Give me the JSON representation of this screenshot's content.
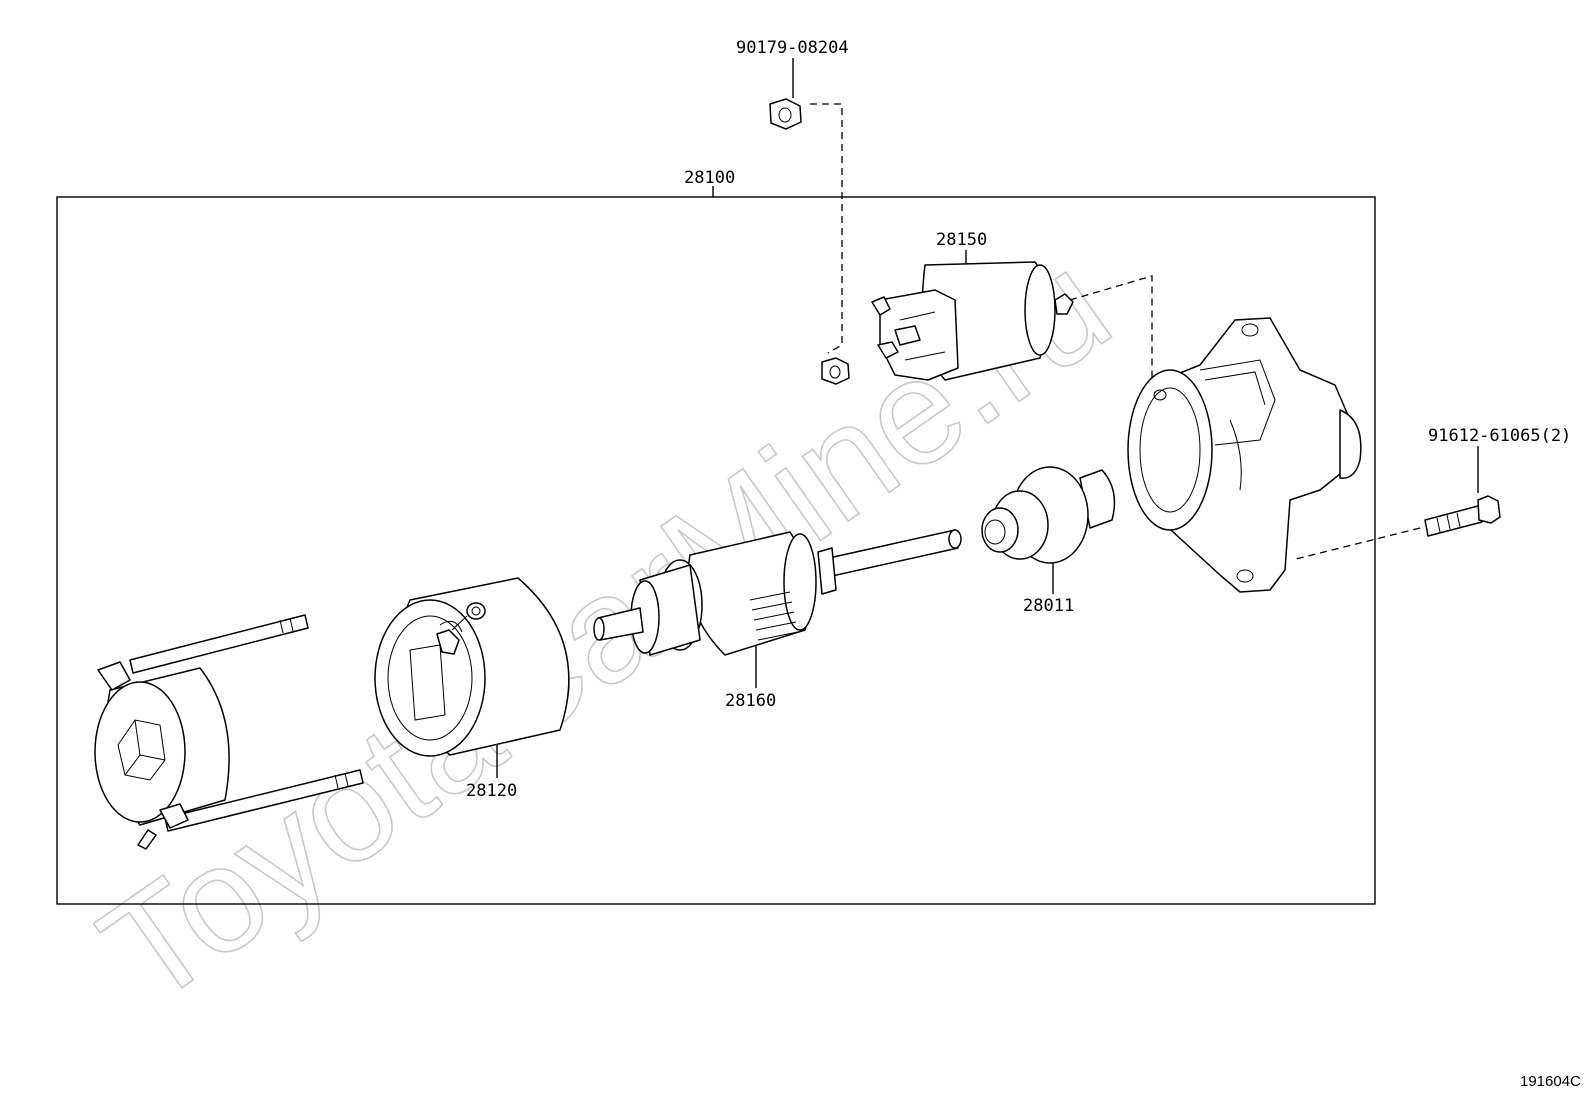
{
  "diagram": {
    "watermark": "ToyotaCarMine.ru",
    "reference_code": "191604C",
    "assembly_label": "28100",
    "parts": [
      {
        "id": "nut",
        "label": "90179-08204"
      },
      {
        "id": "solenoid",
        "label": "28150"
      },
      {
        "id": "bolt",
        "label": "91612-61065(2)"
      },
      {
        "id": "pinion-clutch",
        "label": "28011"
      },
      {
        "id": "armature",
        "label": "28160"
      },
      {
        "id": "yoke",
        "label": "28120"
      }
    ]
  }
}
